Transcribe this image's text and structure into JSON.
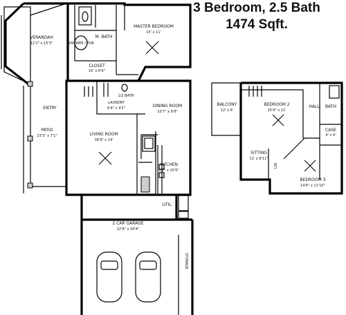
{
  "heading": {
    "line1": "3 Bedroom, 2.5 Bath",
    "line2": "1474 Sqft."
  },
  "rooms": {
    "verandah": {
      "name": "VERANDAH",
      "dim": "11'2\" x 15'3\""
    },
    "patio": {
      "name": "PATIO",
      "dim": "23'3\" x 7'1\""
    },
    "entry": {
      "name": "ENTRY"
    },
    "master_bedroom": {
      "name": "MASTER BEDROOM",
      "dim": "15' x 11'"
    },
    "master_bath": {
      "name": "M. BATH"
    },
    "shower": {
      "name": "SHOWER / TUB"
    },
    "closet": {
      "name": "CLOSET",
      "dim": "10' x 6'6\""
    },
    "half_bath": {
      "name": "1/2 BATH"
    },
    "laundry": {
      "name": "LAUNDRY",
      "dim": "6'4\" x 4'2\""
    },
    "dining_room": {
      "name": "DINING ROOM",
      "dim": "10'7\" x 9'8\""
    },
    "living_room": {
      "name": "LIVING ROOM",
      "dim": "16'9\" x 14'"
    },
    "kitchen": {
      "name": "KITCHEN",
      "dim": "9'2\" x 10'5\""
    },
    "utility": {
      "name": "UTIL."
    },
    "garage": {
      "name": "2 CAR GARAGE",
      "dim": "22'8\" x 20'4\""
    },
    "storage": {
      "name": "STORAGE"
    },
    "balcony": {
      "name": "BALCONY",
      "dim": "12' x 6'"
    },
    "bedroom2": {
      "name": "BEDROOM 2",
      "dim": "15'4\" x 11'"
    },
    "bath2": {
      "name": "BATH"
    },
    "hall": {
      "name": "HALL"
    },
    "linen": {
      "name": "LIN"
    },
    "case": {
      "name": "CASE",
      "dim": "4' x 6'"
    },
    "sitting": {
      "name": "SITTING",
      "dim": "11' x 8'11\""
    },
    "bedroom3": {
      "name": "BEDROOM 3",
      "dim": "14'6\" x 11'10\""
    }
  }
}
